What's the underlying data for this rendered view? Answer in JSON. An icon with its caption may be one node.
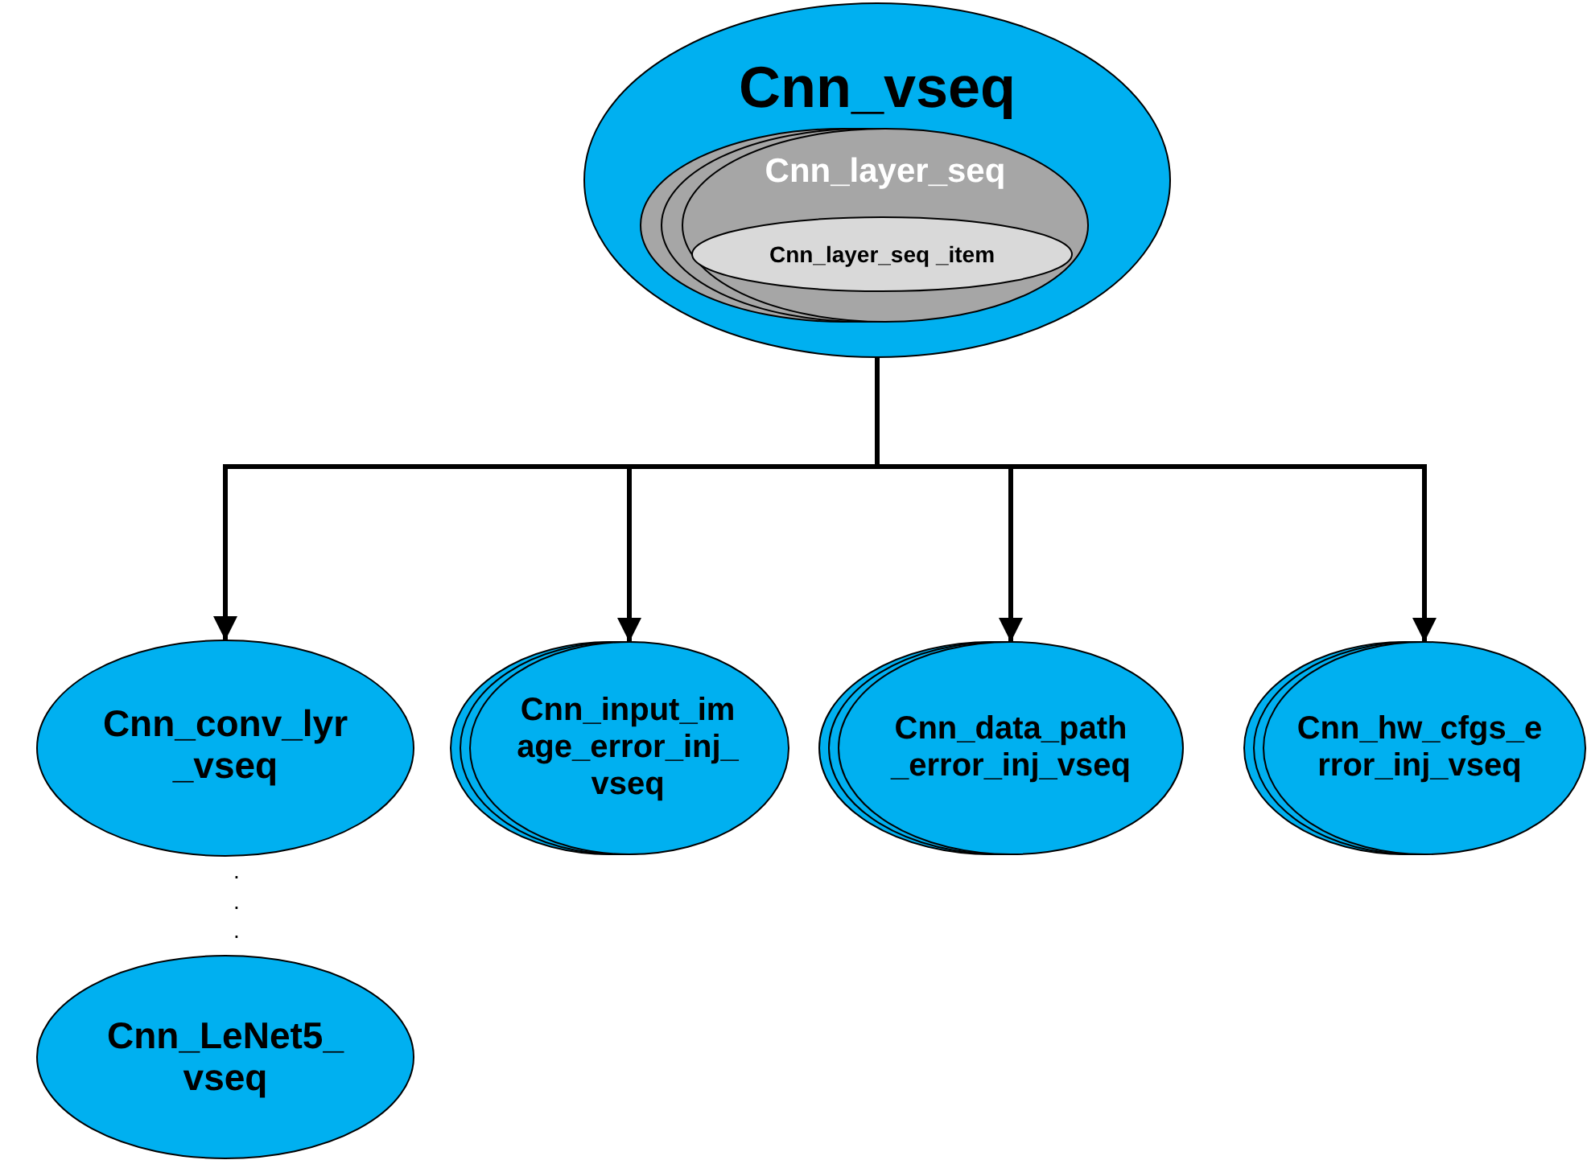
{
  "diagram": {
    "nodes": [
      {
        "text": [
          "Cnn_vseq"
        ]
      },
      {
        "text": [
          "Cnn_layer_seq"
        ],
        "in": 0
      },
      {
        "text": [
          "Cnn_layer_seq _item"
        ],
        "in": 1
      },
      {
        "text": [
          "Cnn_conv_lyr _vseq"
        ]
      },
      {
        "text": [
          "Cnn_input_im age_error_inj_ vseq"
        ]
      },
      {
        "text": [
          "Cnn_data_path _error_inj_vseq"
        ]
      },
      {
        "text": [
          "Cnn_hw_cfgs_e rror_inj_vseq"
        ]
      },
      {
        "text": [
          "Cnn_LeNet5_ vseq"
        ]
      }
    ],
    "edges": [
      {
        "from": 0,
        "to": 3,
        "arrow": "to"
      },
      {
        "from": 0,
        "to": 4,
        "arrow": "to"
      },
      {
        "from": 0,
        "to": 5,
        "arrow": "to"
      },
      {
        "from": 0,
        "to": 6,
        "arrow": "to"
      }
    ],
    "labels": [
      ".",
      ".",
      "."
    ]
  }
}
